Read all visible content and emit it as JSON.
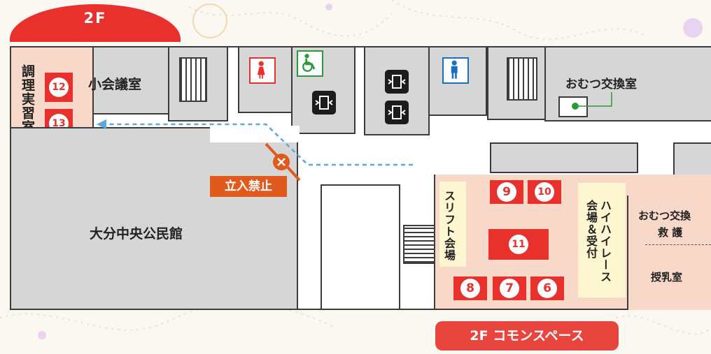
{
  "floor_label": "2F",
  "rooms": {
    "cooking_room": "調理実習室",
    "small_meeting_room": "小会議室",
    "diaper_changing_room": "おむつ交換室",
    "community_hall": "大分中央公民館",
    "flea_market_venue": "スリフト会場",
    "crawling_race_venue": "ハイハイレース会場＆受付",
    "diaper_change": "おむつ交換",
    "first_aid": "救 護",
    "nursing_room": "授乳室"
  },
  "no_entry_label": "立入禁止",
  "commons_space_label": "2F コモンスペース",
  "booth_numbers": {
    "n6": "6",
    "n7": "7",
    "n8": "8",
    "n9": "9",
    "n10": "10",
    "n11": "11",
    "n12": "12",
    "n13": "13"
  },
  "icons": {
    "womens_restroom": "female-restroom-icon",
    "mens_restroom": "male-restroom-icon",
    "accessible_restroom": "wheelchair-icon",
    "elevator": "elevator-icon",
    "no_entry": "no-entry-icon"
  },
  "colors": {
    "accent_red": "#e8302d",
    "venue_pink": "#f8d8c8",
    "no_entry_orange": "#e05a1e",
    "route_blue": "#5aa8e0",
    "wall_gray": "#d6d6d6",
    "label_yellow": "#fdf6d0",
    "restroom_female": "#e8302d",
    "restroom_male": "#1a6fc0",
    "accessible_green": "#2a9a3a"
  }
}
